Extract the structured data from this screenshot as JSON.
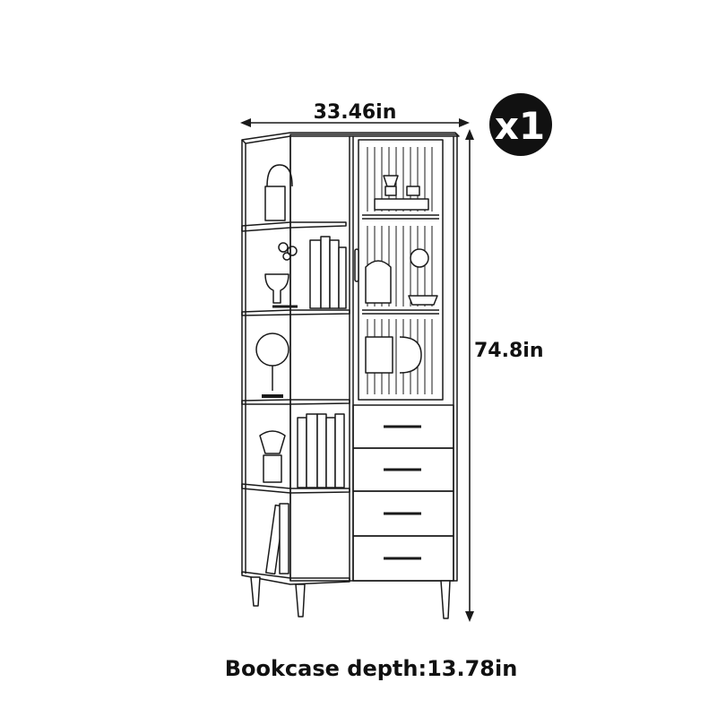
{
  "dimensions": {
    "width_label": "33.46in",
    "height_label": "74.8in"
  },
  "quantity_badge": {
    "label": "x1",
    "background_color": "#111111",
    "text_color": "#ffffff"
  },
  "caption": "Bookcase depth:13.78in",
  "colors": {
    "line": "#1a1a1a",
    "background": "#ffffff"
  }
}
